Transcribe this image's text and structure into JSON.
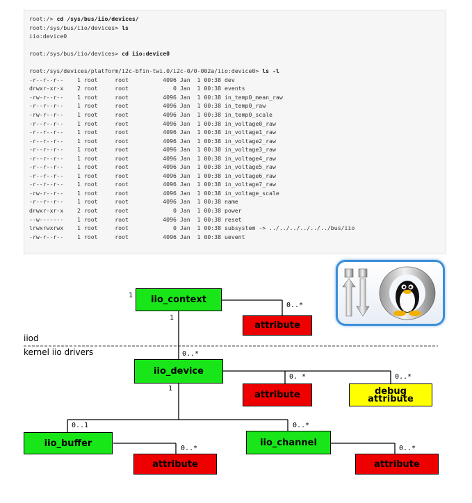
{
  "terminal": {
    "lines": [
      [
        {
          "t": "root:/> "
        },
        {
          "t": "cd /sys/bus/iio/devices/",
          "b": true
        }
      ],
      [
        {
          "t": "root:/sys/bus/iio/devices> "
        },
        {
          "t": "ls",
          "b": true
        }
      ],
      [
        {
          "t": "iio:device0"
        }
      ],
      [
        {
          "t": ""
        }
      ],
      [
        {
          "t": "root:/sys/bus/iio/devices> "
        },
        {
          "t": "cd iio:device0",
          "b": true
        }
      ],
      [
        {
          "t": ""
        }
      ],
      [
        {
          "t": "root:/sys/devices/platform/i2c-bfin-twi.0/i2c-0/0-002a/iio:device0> "
        },
        {
          "t": "ls -l",
          "b": true
        }
      ],
      [
        {
          "t": "-r--r--r--    1 root     root          4096 Jan  1 00:38 dev"
        }
      ],
      [
        {
          "t": "drwxr-xr-x    2 root     root             0 Jan  1 00:38 events"
        }
      ],
      [
        {
          "t": "-rw-r--r--    1 root     root          4096 Jan  1 00:38 in_temp0_mean_raw"
        }
      ],
      [
        {
          "t": "-r--r--r--    1 root     root          4096 Jan  1 00:38 in_temp0_raw"
        }
      ],
      [
        {
          "t": "-rw-r--r--    1 root     root          4096 Jan  1 00:38 in_temp0_scale"
        }
      ],
      [
        {
          "t": "-r--r--r--    1 root     root          4096 Jan  1 00:38 in_voltage0_raw"
        }
      ],
      [
        {
          "t": "-r--r--r--    1 root     root          4096 Jan  1 00:38 in_voltage1_raw"
        }
      ],
      [
        {
          "t": "-r--r--r--    1 root     root          4096 Jan  1 00:38 in_voltage2_raw"
        }
      ],
      [
        {
          "t": "-r--r--r--    1 root     root          4096 Jan  1 00:38 in_voltage3_raw"
        }
      ],
      [
        {
          "t": "-r--r--r--    1 root     root          4096 Jan  1 00:38 in_voltage4_raw"
        }
      ],
      [
        {
          "t": "-r--r--r--    1 root     root          4096 Jan  1 00:38 in_voltage5_raw"
        }
      ],
      [
        {
          "t": "-r--r--r--    1 root     root          4096 Jan  1 00:38 in_voltage6_raw"
        }
      ],
      [
        {
          "t": "-r--r--r--    1 root     root          4096 Jan  1 00:38 in_voltage7_raw"
        }
      ],
      [
        {
          "t": "-rw-r--r--    1 root     root          4096 Jan  1 00:38 in_voltage_scale"
        }
      ],
      [
        {
          "t": "-r--r--r--    1 root     root          4096 Jan  1 00:38 name"
        }
      ],
      [
        {
          "t": "drwxr-xr-x    2 root     root             0 Jan  1 00:38 power"
        }
      ],
      [
        {
          "t": "--w-------    1 root     root          4096 Jan  1 00:38 reset"
        }
      ],
      [
        {
          "t": "lrwxrwxrwx    1 root     root             0 Jan  1 00:38 subsystem -> ../../../../../../bus/iio"
        }
      ],
      [
        {
          "t": "-rw-r--r--    1 root     root          4096 Jan  1 00:38 uevent"
        }
      ]
    ]
  },
  "diagram": {
    "nodes": {
      "iio_context": "iio_context",
      "context_attribute": "attribute",
      "iio_device": "iio_device",
      "device_attribute": "attribute",
      "debug_attribute_line1": "debug",
      "debug_attribute_line2": "attribute",
      "iio_buffer": "iio_buffer",
      "buffer_attribute": "attribute",
      "iio_channel": "iio_channel",
      "channel_attribute": "attribute"
    },
    "multiplicities": {
      "context_left": "1",
      "context_attr": "0..*",
      "context_down": "1",
      "device_up": "0..*",
      "device_attr": "0. *",
      "debug_attr": "0..*",
      "device_down": "1",
      "buffer": "0..1",
      "channel": "0..*",
      "buffer_attr": "0..*",
      "channel_attr": "0..*"
    },
    "separator": {
      "above": "iiod",
      "below": "kernel iio drivers"
    }
  },
  "logo": {
    "name": "iio-tux-logo-icon"
  },
  "colors": {
    "node_green": "#19e619",
    "attribute_red": "#ee0000",
    "debug_yellow": "#ffff00",
    "logo_border": "#3b8ed8"
  }
}
